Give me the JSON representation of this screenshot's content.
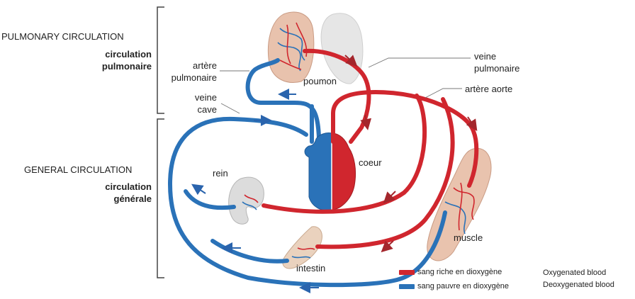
{
  "sections": {
    "pulmonary": {
      "title": "PULMONARY CIRCULATION",
      "subtitle_line1": "circulation",
      "subtitle_line2": "pulmonaire"
    },
    "general": {
      "title": "GENERAL CIRCULATION",
      "subtitle_line1": "circulation",
      "subtitle_line2": "générale"
    }
  },
  "labels": {
    "artere_pulmonaire_1": "artère",
    "artere_pulmonaire_2": "pulmonaire",
    "veine_cave_1": "veine",
    "veine_cave_2": "cave",
    "poumon": "poumon",
    "veine_pulmonaire_1": "veine",
    "veine_pulmonaire_2": "pulmonaire",
    "artere_aorte": "artère aorte",
    "coeur": "coeur",
    "rein": "rein",
    "muscle": "muscle",
    "intestin": "intestin"
  },
  "legend": {
    "oxygenated_fr": "sang riche en dioxygène",
    "deoxygenated_fr": "sang pauvre en dioxygène",
    "oxygenated_en": "Oxygenated blood",
    "deoxygenated_en": "Deoxygenated blood"
  },
  "colors": {
    "oxygenated": "#d0262e",
    "deoxygenated": "#2a72b8",
    "arrow_red": "#a4262c",
    "arrow_blue": "#2a64ad",
    "organ_skin": "#e9c4b0",
    "organ_gray": "#d8d8d8"
  }
}
